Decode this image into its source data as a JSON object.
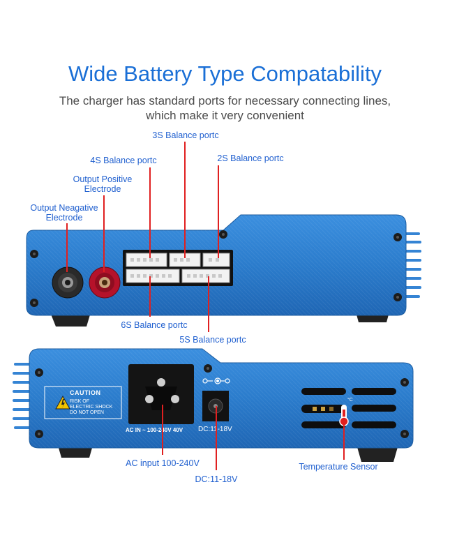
{
  "header": {
    "title": "Wide Battery Type Compatability",
    "subtitle_line1": "The charger has standard ports for necessary connecting lines,",
    "subtitle_line2": "which make it very convenient"
  },
  "top_callouts": {
    "s3": "3S Balance portc",
    "s4": "4S Balance portc",
    "s2": "2S Balance portc",
    "out_pos_line1": "Output Positive",
    "out_pos_line2": "Electrode",
    "out_neg_line1": "Output Neagative",
    "out_neg_line2": "Electrode",
    "s6": "6S Balance portc",
    "s5": "5S Balance portc"
  },
  "bottom_panel": {
    "caution_title": "CAUTION",
    "caution_line1": "RISK OF",
    "caution_line2": "ELECTRIC SHOCK",
    "caution_line3": "DO NOT OPEN",
    "ac_rating": "AC IN ~ 100-240V   40V",
    "dc_rating": "DC:11-18V",
    "temp_unit": "°C"
  },
  "bottom_callouts": {
    "ac_input": "AC input 100-240V",
    "dc_input": "DC:11-18V",
    "temp_sensor": "Temperature Sensor"
  },
  "colors": {
    "title": "#1a6fd6",
    "label": "#1f5fcf",
    "leader": "#e02020",
    "case_blue": "#2d7fd0",
    "case_blue_dark": "#1b5fa8"
  }
}
